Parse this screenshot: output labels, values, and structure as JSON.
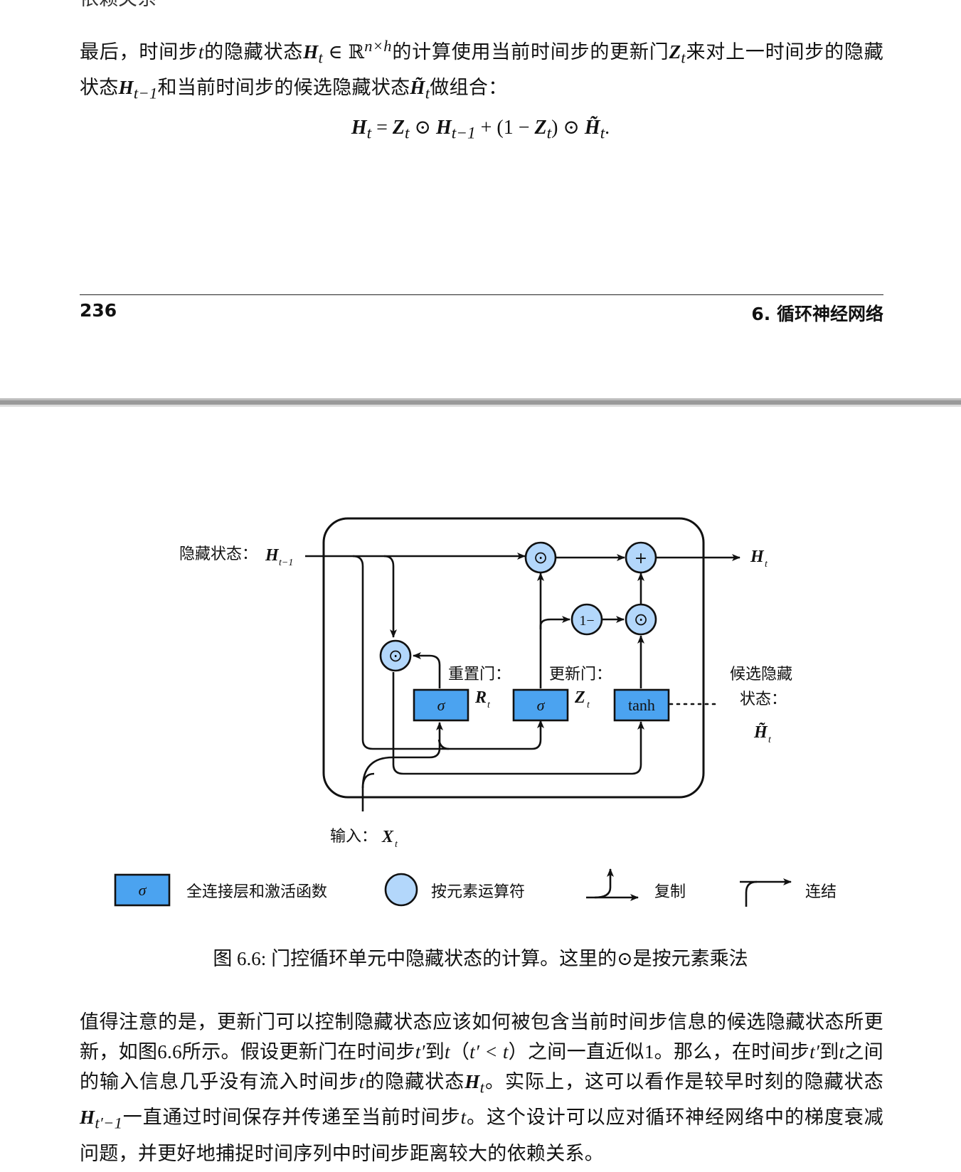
{
  "top_page": {
    "cut_text": "依赖关系",
    "paragraph": {
      "s1": "最后，时间步",
      "v_t": "t",
      "s2": "的隐藏状态",
      "v_Ht": "H",
      "v_Ht_sub": "t",
      "s_in": " ∈ ℝ",
      "v_dims": "n×h",
      "s3": "的计算使用当前时间步的更新门",
      "v_Zt": "Z",
      "v_Zt_sub": "t",
      "s4": "来对上一时间步的隐藏状态",
      "v_Hprev": "H",
      "v_Hprev_sub": "t−1",
      "s5": "和当前时间步的候选隐藏状态",
      "v_Htil": "H̃",
      "v_Htil_sub": "t",
      "s6": "做组合："
    },
    "equation": "Ht = Zt ⊙ Ht−1 + (1 − Zt) ⊙ H̃t.",
    "equation_parts": {
      "H": "H",
      "Z": "Z",
      "Htil": "H̃",
      "sub_t": "t",
      "sub_t1": "t−1",
      "eq": " = ",
      "odot": " ⊙ ",
      "plus": " + (1 − ",
      "close": ") ⊙ ",
      "end": "."
    },
    "footer": {
      "page_number": "236",
      "chapter": "6. 循环神经网络"
    }
  },
  "diagram": {
    "hidden_state_label": "隐藏状态：",
    "hidden_state_var": "H",
    "hidden_state_sub": "t−1",
    "output_var": "H",
    "output_sub": "t",
    "reset_gate_label": "重置门：",
    "reset_gate_var": "R",
    "reset_gate_sub": "t",
    "update_gate_label": "更新门：",
    "update_gate_var": "Z",
    "update_gate_sub": "t",
    "candidate_label_1": "候选隐藏",
    "candidate_label_2": "状态：",
    "candidate_var": "H̃",
    "candidate_sub": "t",
    "input_label": "输入：",
    "input_var": "X",
    "input_sub": "t",
    "sigma": "σ",
    "tanh": "tanh",
    "one_minus": "1−",
    "odot": "⊙",
    "plus": "+",
    "legend": {
      "fc_label": "全连接层和激活函数",
      "elementwise_label": "按元素运算符",
      "copy_label": "复制",
      "concat_label": "连结"
    },
    "colors": {
      "gate_fill": "#4ba3f0",
      "op_fill": "#b3d7fb",
      "stroke": "#111111"
    }
  },
  "caption": "图 6.6: 门控循环单元中隐藏状态的计算。这里的⊙是按元素乘法",
  "bottom_paragraph": {
    "s1": "值得注意的是，更新门可以控制隐藏状态应该如何被包含当前时间步信息的候选隐藏状态所更新，如图6.6所示。假设更新门在时间步",
    "v1": "t′",
    "s2": "到",
    "v2": "t",
    "s3": "（",
    "v3": "t′ < t",
    "s4": "）之间一直近似1。那么，在时间步",
    "v4": "t′",
    "s5": "到",
    "v5": "t",
    "s6": "之间的输入信息几乎没有流入时间步",
    "v6": "t",
    "s7": "的隐藏状态",
    "v7": "H",
    "v7_sub": "t",
    "s8": "。实际上，这可以看作是较早时刻的隐藏状态",
    "v8": "H",
    "v8_sub": "t′−1",
    "s9": "一直通过时间保存并传递至当前时间步",
    "v9": "t",
    "s10": "。这个设计可以应对循环神经网络中的梯度衰减问题，并更好地捕捉时间序列中时间步距离较大的依赖关系。"
  }
}
